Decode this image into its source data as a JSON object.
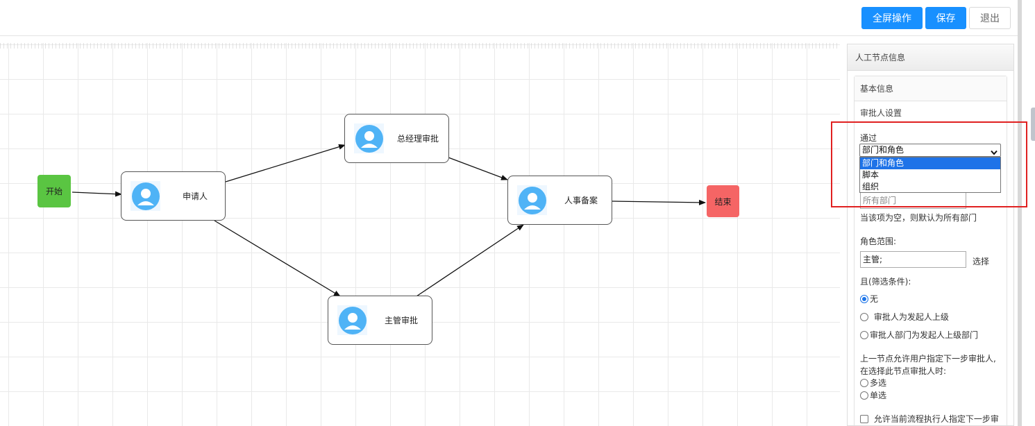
{
  "toolbar": {
    "fullscreen_label": "全屏操作",
    "save_label": "保存",
    "exit_label": "退出"
  },
  "flow": {
    "nodes": [
      {
        "id": "start",
        "label": "开始"
      },
      {
        "id": "applicant",
        "label": "申请人"
      },
      {
        "id": "gm_approve",
        "label": "总经理审批"
      },
      {
        "id": "supervisor_approve",
        "label": "主管审批"
      },
      {
        "id": "hr_record",
        "label": "人事备案"
      },
      {
        "id": "end",
        "label": "结束"
      }
    ]
  },
  "panel": {
    "title": "人工节点信息",
    "section_basic": "基本信息",
    "section_approver": "审批人设置",
    "through_label": "通过",
    "through_value": "部门和角色",
    "through_options": [
      "部门和角色",
      "脚本",
      "组织"
    ],
    "dept_placeholder": "所有部门",
    "dept_hint": "当该项为空，则默认为所有部门",
    "role_label": "角色范围:",
    "role_value": "主管;",
    "role_select_link": "选择",
    "filter_label": "且(筛选条件):",
    "filter_options": [
      "无",
      "审批人为发起人上级",
      "审批人部门为发起人上级部门"
    ],
    "filter_selected": 0,
    "assign_note_line1": "上一节点允许用户指定下一步审批人,",
    "assign_note_line2": "在选择此节点审批人时:",
    "assign_options": [
      "多选",
      "单选"
    ],
    "allow_assign_label": "允许当前流程执行人指定下一步审"
  },
  "colors": {
    "primary": "#1890ff",
    "start_node": "#5ac542",
    "end_node": "#f56565",
    "highlight_box": "#e02020",
    "avatar": "#4fb3f6"
  }
}
